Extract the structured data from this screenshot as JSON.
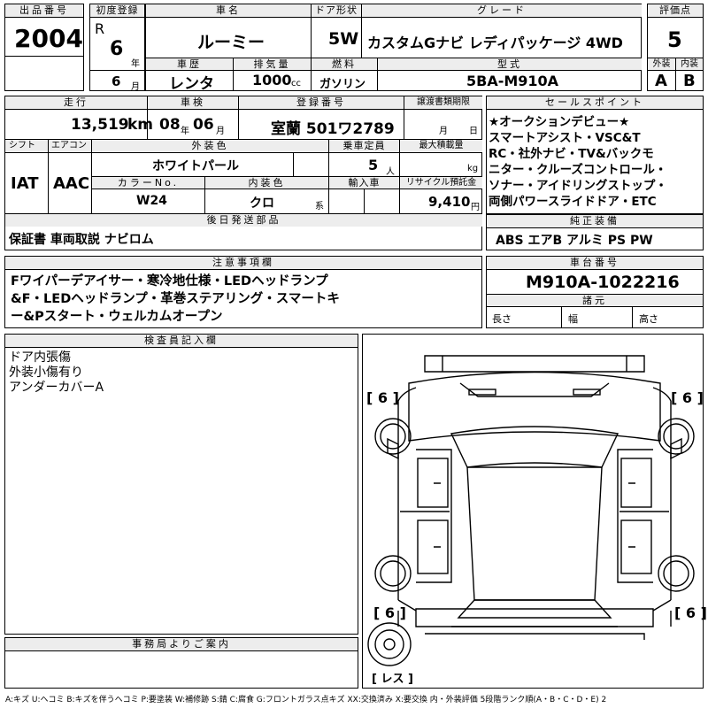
{
  "header": {
    "lot_label": "出品番号",
    "lot": "2004",
    "first_reg_label": "初度登録",
    "era": "R",
    "year": "6",
    "year_unit": "年",
    "month": "6",
    "month_unit": "月",
    "name_label": "車名",
    "name": "ルーミー",
    "door_label": "ドア形状",
    "door": "5W",
    "grade_label": "グレード",
    "grade": "カスタムGナビ レディパッケージ 4WD",
    "score_label": "評価点",
    "score": "5",
    "history_label": "車歴",
    "history": "レンタ",
    "displacement_label": "排気量",
    "displacement": "1000",
    "displacement_unit": "cc",
    "fuel_label": "燃料",
    "fuel": "ガソリン",
    "model_label": "型式",
    "model": "5BA-M910A",
    "exterior_label": "外装",
    "exterior": "A",
    "interior_label": "内装",
    "interior": "B"
  },
  "row2": {
    "mileage_label": "走行",
    "mileage": "13,519",
    "mileage_unit": "km",
    "inspection_label": "車検",
    "insp_year": "08",
    "insp_year_unit": "年",
    "insp_month": "06",
    "insp_month_unit": "月",
    "plate_label": "登録番号",
    "plate": "室蘭 501ワ2789",
    "transfer_label": "譲渡書類期限",
    "transfer_month": "月",
    "transfer_day": "日"
  },
  "row3": {
    "shift_label": "シフト",
    "shift": "IAT",
    "ac_label": "エアコン",
    "ac": "AAC",
    "ext_color_label": "外装色",
    "ext_color": "ホワイトパール",
    "capacity_label": "乗車定員",
    "capacity": "5",
    "capacity_unit": "人",
    "load_label": "最大積載量",
    "load_unit": "kg",
    "color_no_label": "カラーNo.",
    "color_no": "W24",
    "int_color_label": "内装色",
    "int_color": "クロ",
    "int_color_unit": "系",
    "import_label": "輸入車",
    "recycle_label": "リサイクル預託金",
    "recycle": "9,410",
    "recycle_unit": "円"
  },
  "later_parts": {
    "label": "後日発送部品",
    "value": "保証書 車両取説 ナビロム"
  },
  "sales_points": {
    "label": "セールスポイント",
    "lines": [
      "★オークションデビュー★",
      "スマートアシスト・VSC&T",
      "RC・社外ナビ・TV&バックモ",
      "ニター・クルーズコントロール・",
      "ソナー・アイドリングストップ・",
      "両側パワースライドドア・ETC"
    ]
  },
  "equipment": {
    "label": "純正装備",
    "value": "ABS エアB アルミ PS PW"
  },
  "notes": {
    "label": "注意事項欄",
    "lines": [
      "Fワイパーデアイサー・寒冷地仕様・LEDヘッドランプ",
      "&F・LEDヘッドランプ・革巻ステアリング・スマートキ",
      "ー&Pスタート・ウェルカムオープン"
    ]
  },
  "chassis": {
    "label": "車台番号",
    "value": "M910A-1022216",
    "dims_label": "諸元",
    "length_label": "長さ",
    "width_label": "幅",
    "height_label": "高さ"
  },
  "inspector": {
    "label": "検査員記入欄",
    "lines": [
      "ドア内張傷",
      "外装小傷有り",
      "アンダーカバーA"
    ]
  },
  "diagram": {
    "tire_fl": "[ 6 ]",
    "tire_fr": "[ 6 ]",
    "tire_rl": "[ 6 ]",
    "tire_rr": "[ 6 ]",
    "spare": "[ レス ]"
  },
  "office": {
    "label": "事務局よりご案内"
  },
  "legend": "A:キズ U:ヘコミ B:キズを伴うヘコミ P:要塗装 W:補修跡 S:錆 C:腐食 G:フロントガラス点キズ XX:交換済み X:要交換 内・外装評価 5段階ランク順(A・B・C・D・E) 2"
}
